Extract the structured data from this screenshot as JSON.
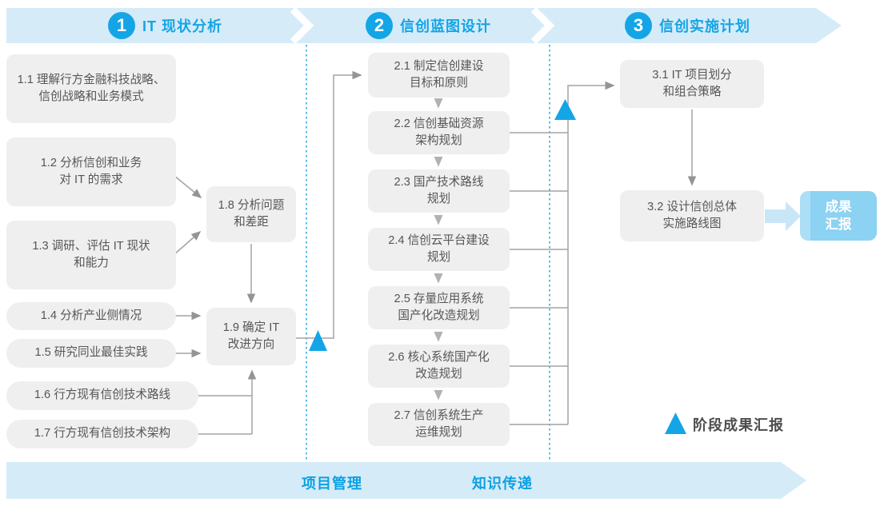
{
  "colors": {
    "accent": "#14a5e6",
    "band": "#d6ebf8",
    "box_bg": "#efefef",
    "box_text": "#565656",
    "line": "#a0a0a0",
    "dotted": "#2fade4",
    "result_bg": "#8cd2f2",
    "result_arrow": "#c9e6f8",
    "bottom_label": "#0ba1e3",
    "legend_text": "#4d4d4d"
  },
  "phases": [
    {
      "number": "1",
      "title": "IT 现状分析"
    },
    {
      "number": "2",
      "title": "信创蓝图设计"
    },
    {
      "number": "3",
      "title": "信创实施计划"
    }
  ],
  "steps": {
    "s1_1": "1.1 理解行方金融科技战略、\n信创战略和业务模式",
    "s1_2": "1.2 分析信创和业务\n对 IT 的需求",
    "s1_3": "1.3 调研、评估 IT 现状\n和能力",
    "s1_4": "1.4 分析产业侧情况",
    "s1_5": "1.5 研究同业最佳实践",
    "s1_6": "1.6 行方现有信创技术路线",
    "s1_7": "1.7 行方现有信创技术架构",
    "s1_8": "1.8 分析问题\n和差距",
    "s1_9": "1.9 确定 IT\n改进方向",
    "s2_1": "2.1 制定信创建设\n目标和原则",
    "s2_2": "2.2 信创基础资源\n架构规划",
    "s2_3": "2.3 国产技术路线\n规划",
    "s2_4": "2.4 信创云平台建设\n规划",
    "s2_5": "2.5 存量应用系统\n国产化改造规划",
    "s2_6": "2.6 核心系统国产化\n改造规划",
    "s2_7": "2.7 信创系统生产\n运维规划",
    "s3_1": "3.1 IT 项目划分\n和组合策略",
    "s3_2": "3.2 设计信创总体\n实施路线图"
  },
  "result": {
    "label": "成果\n汇报"
  },
  "legend": {
    "label": "阶段成果汇报"
  },
  "bottom_band": {
    "labels": [
      "项目管理",
      "知识传递"
    ]
  }
}
